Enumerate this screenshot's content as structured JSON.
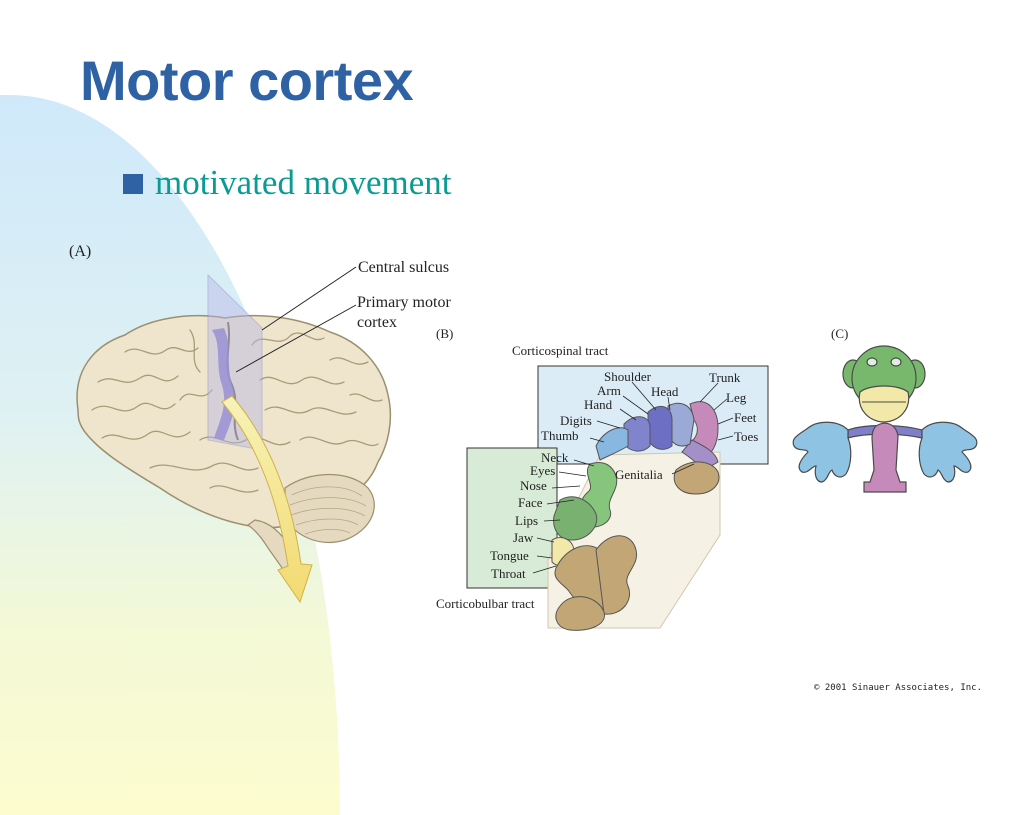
{
  "slide": {
    "title": "Motor cortex",
    "bullet": "motivated movement"
  },
  "panel_a": {
    "letter": "(A)",
    "central_sulcus": "Central sulcus",
    "primary_motor_1": "Primary motor",
    "primary_motor_2": "cortex"
  },
  "panel_b": {
    "letter": "(B)",
    "corticospinal_tract": "Corticospinal tract",
    "corticobulbar_tract": "Corticobulbar tract",
    "labels": {
      "shoulder": "Shoulder",
      "trunk": "Trunk",
      "arm": "Arm",
      "head": "Head",
      "hand": "Hand",
      "leg": "Leg",
      "digits": "Digits",
      "feet": "Feet",
      "thumb": "Thumb",
      "toes": "Toes",
      "neck": "Neck",
      "eyes": "Eyes",
      "genitalia": "Genitalia",
      "nose": "Nose",
      "face": "Face",
      "lips": "Lips",
      "jaw": "Jaw",
      "tongue": "Tongue",
      "throat": "Throat"
    }
  },
  "panel_c": {
    "letter": "(C)"
  },
  "footer": {
    "copyright": "© 2001 Sinauer Associates, Inc."
  }
}
